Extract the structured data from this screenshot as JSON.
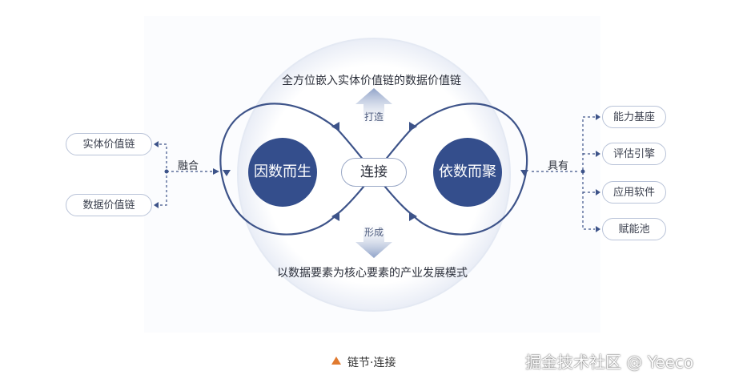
{
  "diagram": {
    "top_text": "全方位嵌入实体价值链的数据价值链",
    "bottom_text": "以数据要素为核心要素的产业发展模式",
    "up_arrow_label": "打造",
    "down_arrow_label": "形成",
    "left_circle": "因数而生",
    "right_circle": "依数而聚",
    "center": "连接",
    "left_connector": "融合",
    "right_connector": "具有",
    "left_items": [
      "实体价值链",
      "数据价值链"
    ],
    "right_items": [
      "能力基座",
      "评估引擎",
      "应用软件",
      "赋能池"
    ],
    "caption": "链节·连接",
    "watermark": "掘金技术社区 @ Yeeco",
    "colors": {
      "primary": "#344e8c",
      "line": "#3d5389",
      "accent": "#e07a2f"
    }
  }
}
